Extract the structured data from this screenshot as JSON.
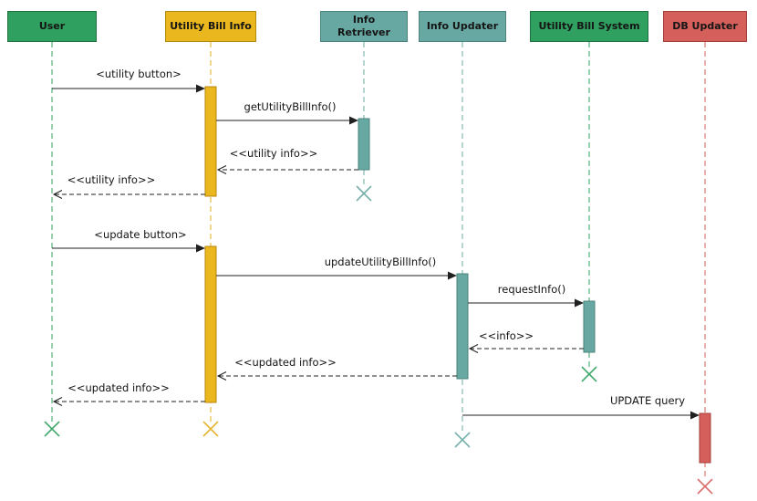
{
  "diagram": {
    "type": "uml-sequence",
    "participants": [
      {
        "label": "User",
        "color": "#2FA05F"
      },
      {
        "label": "Utility Bill Info",
        "color": "#EBB71E"
      },
      {
        "label": "Info Retriever",
        "color": "#68A8A2"
      },
      {
        "label": "Info Updater",
        "color": "#68A8A2"
      },
      {
        "label": "Utility Bill System",
        "color": "#2FA05F"
      },
      {
        "label": "DB Updater",
        "color": "#D5605B"
      }
    ],
    "messages": [
      {
        "label": "<utility button>",
        "from": "User",
        "to": "Utility Bill Info",
        "style": "solid"
      },
      {
        "label": "getUtilityBillInfo()",
        "from": "Utility Bill Info",
        "to": "Info Retriever",
        "style": "solid"
      },
      {
        "label": "<<utility info>>",
        "from": "Info Retriever",
        "to": "Utility Bill Info",
        "style": "dashed-return"
      },
      {
        "label": "<<utility info>>",
        "from": "Utility Bill Info",
        "to": "User",
        "style": "dashed-return"
      },
      {
        "label": "<update button>",
        "from": "User",
        "to": "Utility Bill Info",
        "style": "solid"
      },
      {
        "label": "updateUtilityBillInfo()",
        "from": "Utility Bill Info",
        "to": "Info Updater",
        "style": "solid"
      },
      {
        "label": "requestInfo()",
        "from": "Info Updater",
        "to": "Utility Bill System",
        "style": "solid"
      },
      {
        "label": "<<info>>",
        "from": "Utility Bill System",
        "to": "Info Updater",
        "style": "dashed-return"
      },
      {
        "label": "<<updated info>>",
        "from": "Info Updater",
        "to": "Utility Bill Info",
        "style": "dashed-return"
      },
      {
        "label": "<<updated info>>",
        "from": "Utility Bill Info",
        "to": "User",
        "style": "dashed-return"
      },
      {
        "label": "UPDATE query",
        "from": "Info Updater",
        "to": "DB Updater",
        "style": "solid"
      }
    ],
    "colors": {
      "green": "#2FA05F",
      "gold": "#EBB71E",
      "teal": "#68A8A2",
      "red": "#D5605B",
      "arrow": "#202020",
      "background": "#FFFFFF"
    }
  }
}
